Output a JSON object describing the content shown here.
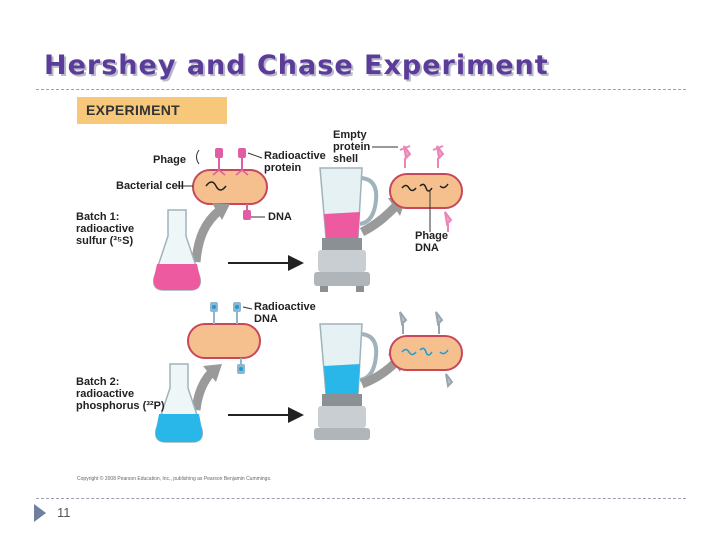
{
  "slide": {
    "title": "Hershey and Chase Experiment",
    "number": "11"
  },
  "figure": {
    "banner": "EXPERIMENT",
    "labels": {
      "phage": "Phage",
      "radioactive_protein": "Radioactive\nprotein",
      "bacterial_cell": "Bacterial cell",
      "dna": "DNA",
      "batch1": "Batch 1:\nradioactive\nsulfur (³⁵S)",
      "empty_protein_shell": "Empty\nprotein\nshell",
      "phage_dna": "Phage\nDNA",
      "radioactive_dna": "Radioactive\nDNA",
      "batch2": "Batch 2:\nradioactive\nphosphorus (³²P)"
    },
    "copyright": "Copyright © 2008 Pearson Education, Inc., publishing as Pearson Benjamin Cummings."
  },
  "colors": {
    "title": "#5b3c99",
    "banner": "#f7c77a",
    "sulfur_liquid": "#ee5aa0",
    "phosphorus_liquid": "#29b6e8",
    "cell_fill": "#f6c08e",
    "cell_outline": "#c7485a",
    "arrow_gray": "#9a9a9a"
  }
}
